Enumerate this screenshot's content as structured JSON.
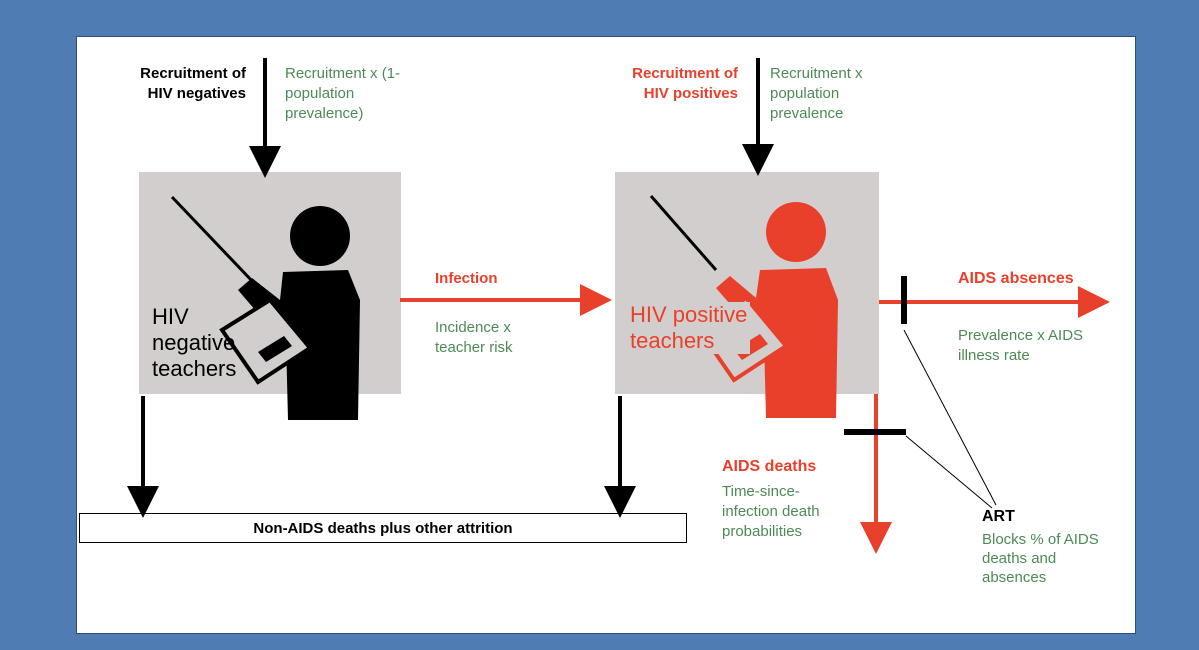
{
  "colors": {
    "frame": "#4f7cb3",
    "red": "#e8402a",
    "green": "#4d8a55",
    "box": "#d2cecd"
  },
  "recruit_neg": {
    "title": "Recruitment of HIV negatives",
    "formula": "Recruitment x (1-population prevalence)"
  },
  "recruit_pos": {
    "title": "Recruitment of HIV positives",
    "formula": "Recruitment x population prevalence"
  },
  "neg_box": {
    "label": "HIV negative teachers",
    "icon": "teacher-pointer-icon"
  },
  "pos_box": {
    "label": "HIV positive teachers",
    "icon": "teacher-pointer-icon"
  },
  "infection": {
    "title": "Infection",
    "formula": "Incidence x teacher risk"
  },
  "absences": {
    "title": "AIDS absences",
    "formula": "Prevalence x AIDS illness rate"
  },
  "deaths": {
    "title": "AIDS deaths",
    "formula": "Time-since-infection death probabilities"
  },
  "attrition": {
    "label": "Non-AIDS deaths plus other attrition"
  },
  "art": {
    "title": "ART",
    "formula": "Blocks % of AIDS deaths and absences"
  }
}
